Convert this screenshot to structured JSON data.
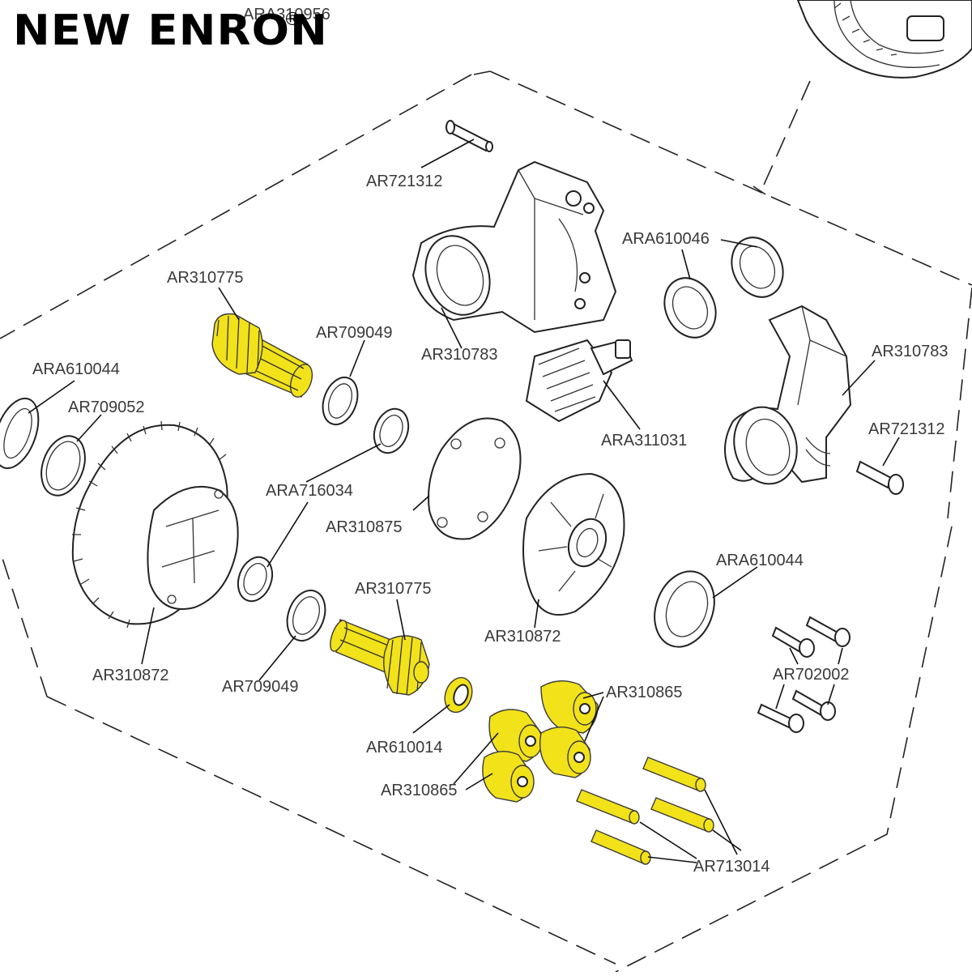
{
  "brand": {
    "name": "NEW ENRON",
    "registered_mark": "®"
  },
  "colors": {
    "highlight": "#f2e21a",
    "line": "#222222",
    "label": "#3a3a3a",
    "background": "#ffffff"
  },
  "labels": {
    "ara310956": "ARA310956",
    "ar721312_top": "AR721312",
    "ara610046": "ARA610046",
    "ar310783_left": "AR310783",
    "ar310783_right": "AR310783",
    "ar310775_top": "AR310775",
    "ar709049_top": "AR709049",
    "ara610044_left": "ARA610044",
    "ar709052": "AR709052",
    "ara311031": "ARA311031",
    "ar721312_right": "AR721312",
    "ara716034": "ARA716034",
    "ar310875": "AR310875",
    "ara610044_right": "ARA610044",
    "ar310775_bottom": "AR310775",
    "ar310872_center": "AR310872",
    "ar310872_left": "AR310872",
    "ar709049_bottom": "AR709049",
    "ar702002": "AR702002",
    "ar310865_top": "AR310865",
    "ar610014": "AR610014",
    "ar310865_bottom": "AR310865",
    "ar713014": "AR713014"
  },
  "highlighted_parts": [
    "AR310775",
    "AR610014",
    "AR310865",
    "AR713014"
  ]
}
